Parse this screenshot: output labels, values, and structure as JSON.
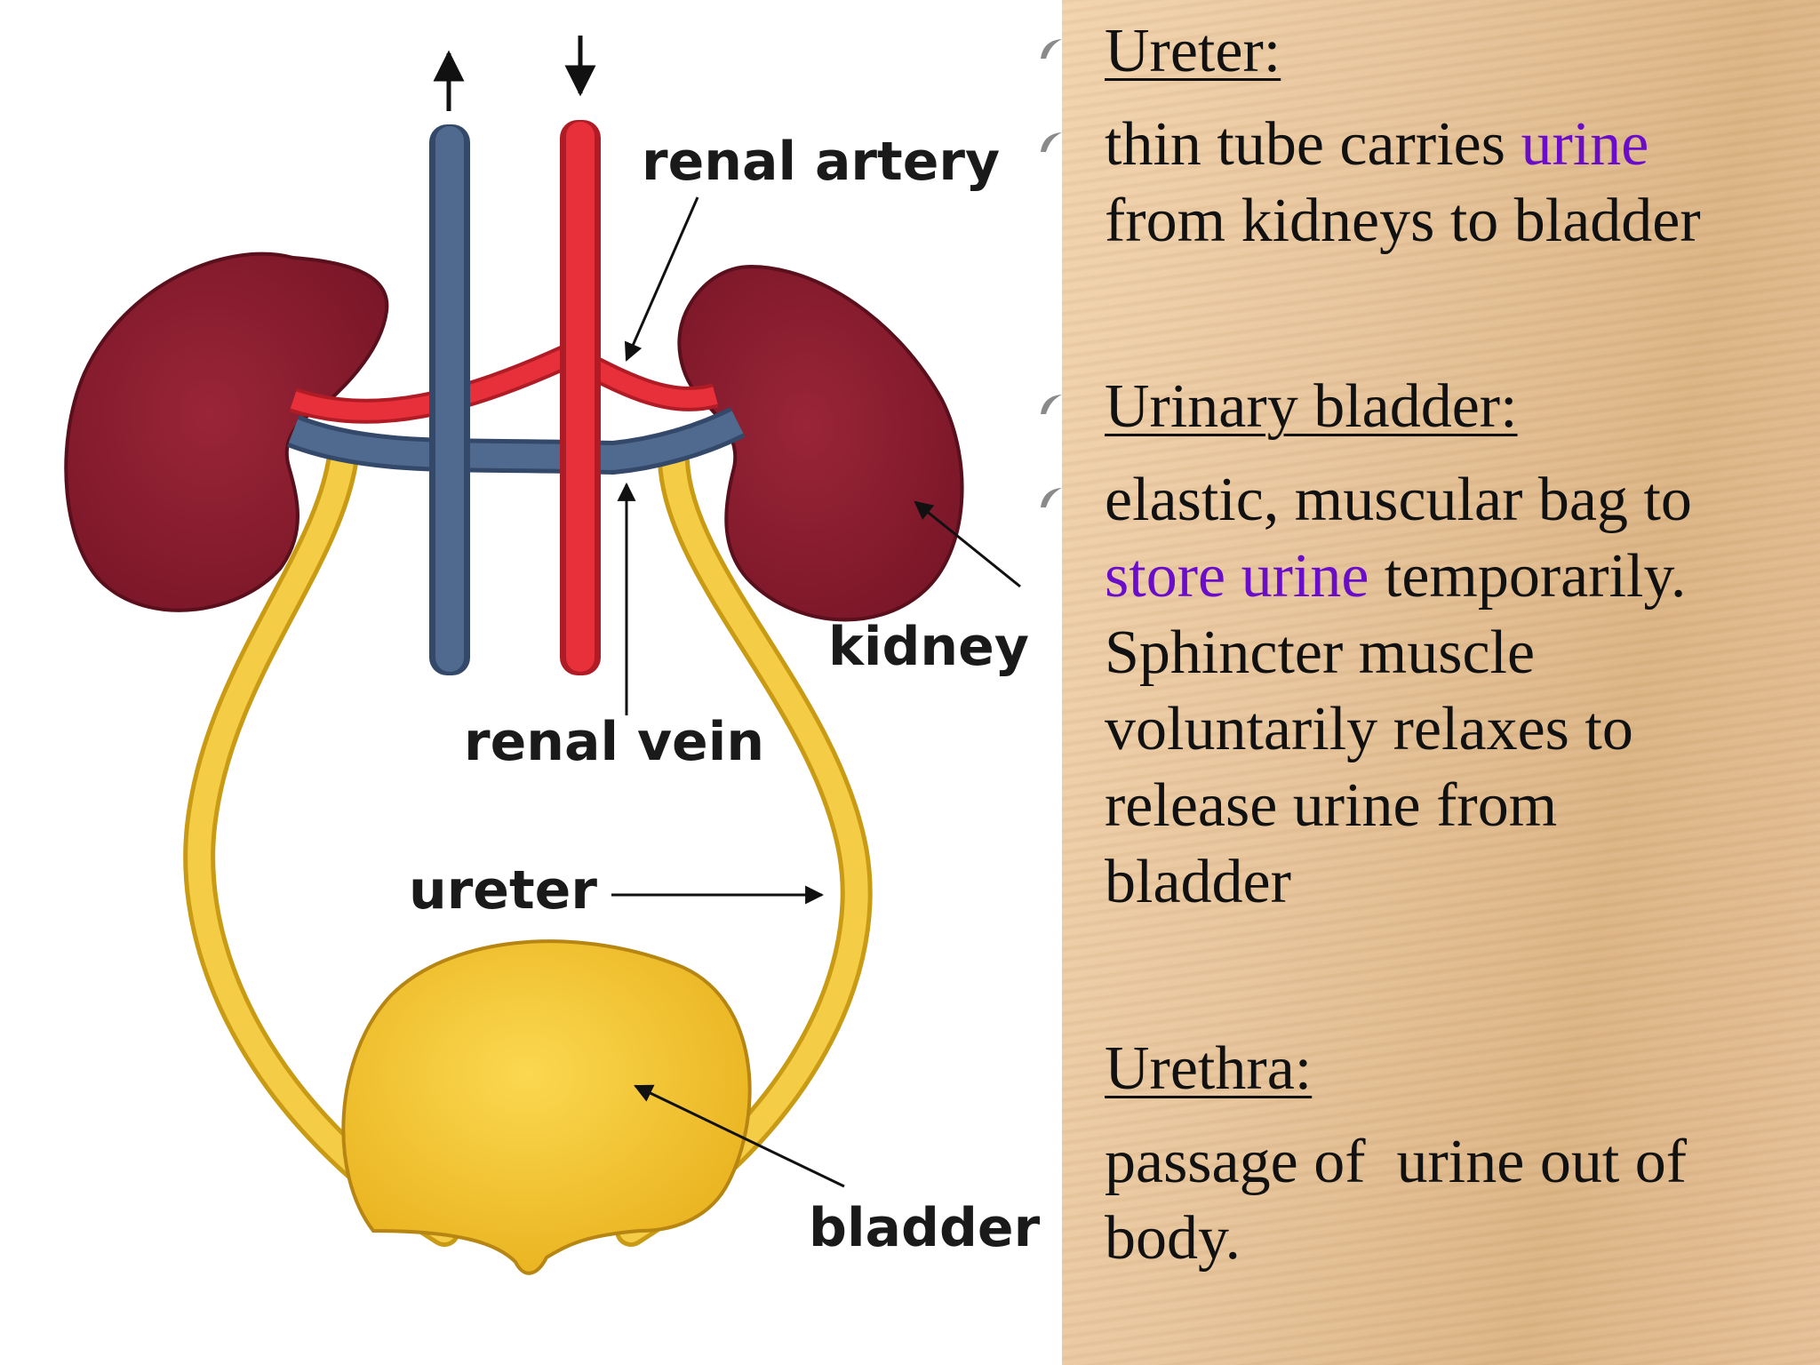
{
  "diagram": {
    "labels": {
      "renal_artery": "renal artery",
      "kidney": "kidney",
      "renal_vein": "renal vein",
      "ureter": "ureter",
      "bladder": "bladder"
    },
    "colors": {
      "kidney": "#8b1a2e",
      "artery": "#e8303a",
      "vein": "#4f6a8e",
      "ureter": "#f5cc45",
      "bladder": "#f2c028"
    }
  },
  "notes": {
    "ureter": {
      "heading": "Ureter:",
      "line1_pre": "thin tube carries ",
      "line1_hl": "urine",
      "line2": "from kidneys to bladder"
    },
    "bladder": {
      "heading": "Urinary bladder:",
      "line1": "elastic, muscular bag to",
      "line2_hl": "store urine",
      "line2_post": " temporarily.",
      "line3": "Sphincter muscle",
      "line4": "voluntarily relaxes to",
      "line5": "release urine from",
      "line6": "bladder"
    },
    "urethra": {
      "heading": "Urethra:",
      "line1": "passage of  urine out of",
      "line2": "body."
    },
    "highlight_color": "#6a0dc9"
  }
}
